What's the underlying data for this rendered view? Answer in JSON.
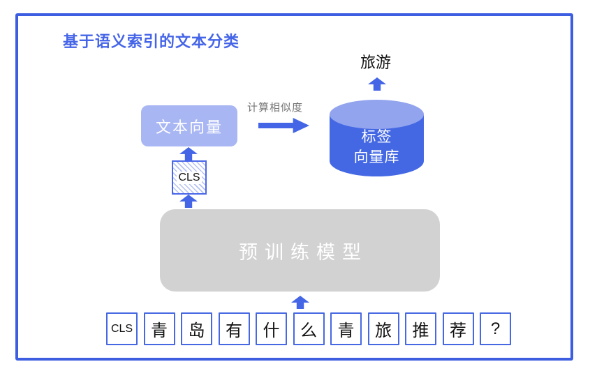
{
  "diagram": {
    "title": "基于语义索引的文本分类",
    "output_label": "旅游",
    "similarity_label": "计算相似度",
    "text_vector_label": "文本向量",
    "cls_label": "CLS",
    "label_vector_db": {
      "line1": "标签",
      "line2": "向量库"
    },
    "pretrained_model_label": "预训练模型",
    "tokens": [
      "CLS",
      "青",
      "岛",
      "有",
      "什",
      "么",
      "青",
      "旅",
      "推",
      "荐",
      "?"
    ],
    "colors": {
      "frame_blue": "#3D5EE1",
      "arrow_blue": "#4365E6",
      "light_blue_box": "#A8B6F3",
      "cylinder_body": "#4468E4",
      "cylinder_top": "#92A4EE",
      "gray_box": "#D2D2D2",
      "similarity_label_gray": "#757575",
      "title_blue": "#4565E8"
    }
  }
}
